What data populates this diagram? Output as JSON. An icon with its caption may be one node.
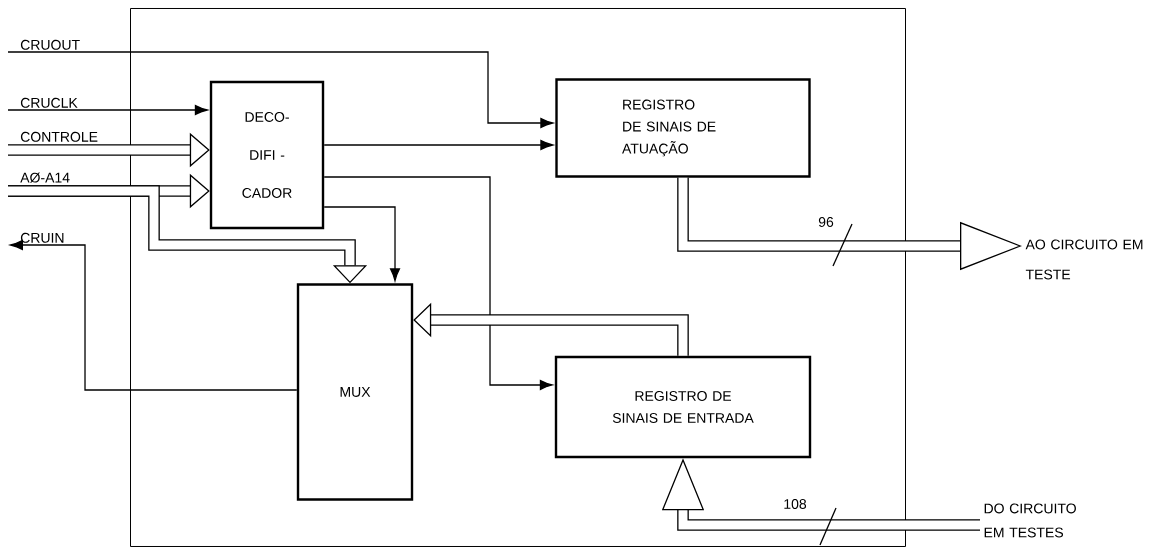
{
  "diagram": {
    "nodes": [
      {
        "text": [],
        "shape": "box"
      },
      {
        "text": [
          "CRUOUT"
        ]
      },
      {
        "text": [
          "CRUCLK"
        ]
      },
      {
        "text": [
          "CONTROLE"
        ]
      },
      {
        "text": [
          "AØ-A14"
        ]
      },
      {
        "text": [
          "CRUIN"
        ]
      },
      {
        "text": [
          "DECO- DIFI - CADOR"
        ],
        "in": 0
      },
      {
        "text": [
          "REGISTRO DE SINAIS DE ATUAÇÃO"
        ],
        "in": 0
      },
      {
        "text": [
          "MUX"
        ],
        "in": 0
      },
      {
        "text": [
          "REGISTRO DE SINAIS DE ENTRADA"
        ],
        "in": 0
      },
      {
        "text": [
          "AO CIRCUITO EM TESTE"
        ]
      },
      {
        "text": [
          "DO CIRCUITO EM TESTES"
        ]
      }
    ],
    "edges": [
      {
        "from": 1,
        "to": 7,
        "arrow": "to"
      },
      {
        "from": 2,
        "to": 6,
        "arrow": "to"
      },
      {
        "from": 3,
        "to": 6,
        "arrow": "to",
        "style": "thick"
      },
      {
        "from": 4,
        "to": 6,
        "arrow": "to",
        "style": "thick"
      },
      {
        "from": 4,
        "to": 8,
        "arrow": "to",
        "style": "thick"
      },
      {
        "from": 6,
        "to": 7,
        "arrow": "to"
      },
      {
        "from": 6,
        "to": 9,
        "arrow": "to"
      },
      {
        "from": 6,
        "to": 8,
        "arrow": "to"
      },
      {
        "from": 8,
        "to": 5,
        "arrow": "to"
      },
      {
        "from": 9,
        "to": 8,
        "arrow": "to",
        "style": "thick"
      },
      {
        "from": 7,
        "to": 10,
        "arrow": "to",
        "style": "thick",
        "label": "96"
      },
      {
        "from": 11,
        "to": 9,
        "arrow": "to",
        "style": "thick",
        "label": "108"
      }
    ]
  }
}
